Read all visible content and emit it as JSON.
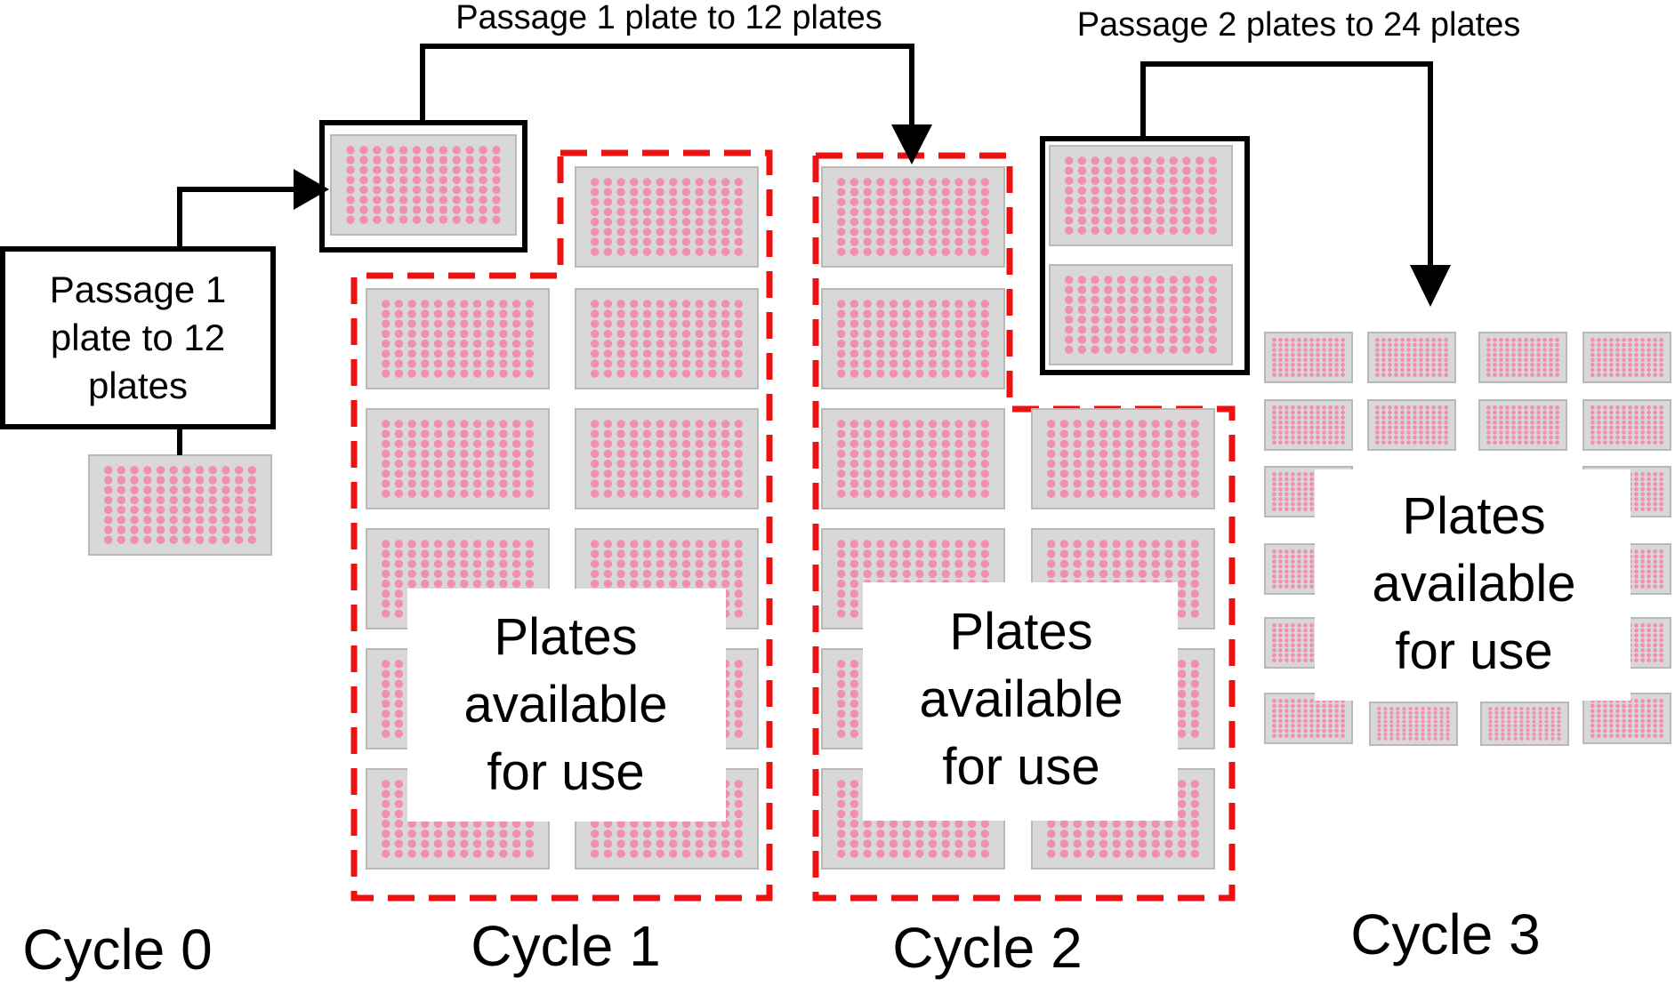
{
  "labels": {
    "passage_top_left": "Passage 1 plate to 12 plates",
    "passage_top_right": "Passage 2 plates to 24 plates",
    "passage_box_line1": "Passage 1",
    "passage_box_line2": "plate to 12",
    "passage_box_line3": "plates",
    "available_line1": "Plates",
    "available_line2": "available",
    "available_line3": "for use",
    "cycle0": "Cycle 0",
    "cycle1": "Cycle 1",
    "cycle2": "Cycle 2",
    "cycle3": "Cycle 3"
  },
  "colors": {
    "well": "#f28fb0",
    "plate": "#d8d8d8",
    "dashed_outline": "#ee1111",
    "arrows": "#000000"
  },
  "icons": {
    "plate": "multiwell-plate-icon",
    "arrow": "arrow-down-icon"
  }
}
